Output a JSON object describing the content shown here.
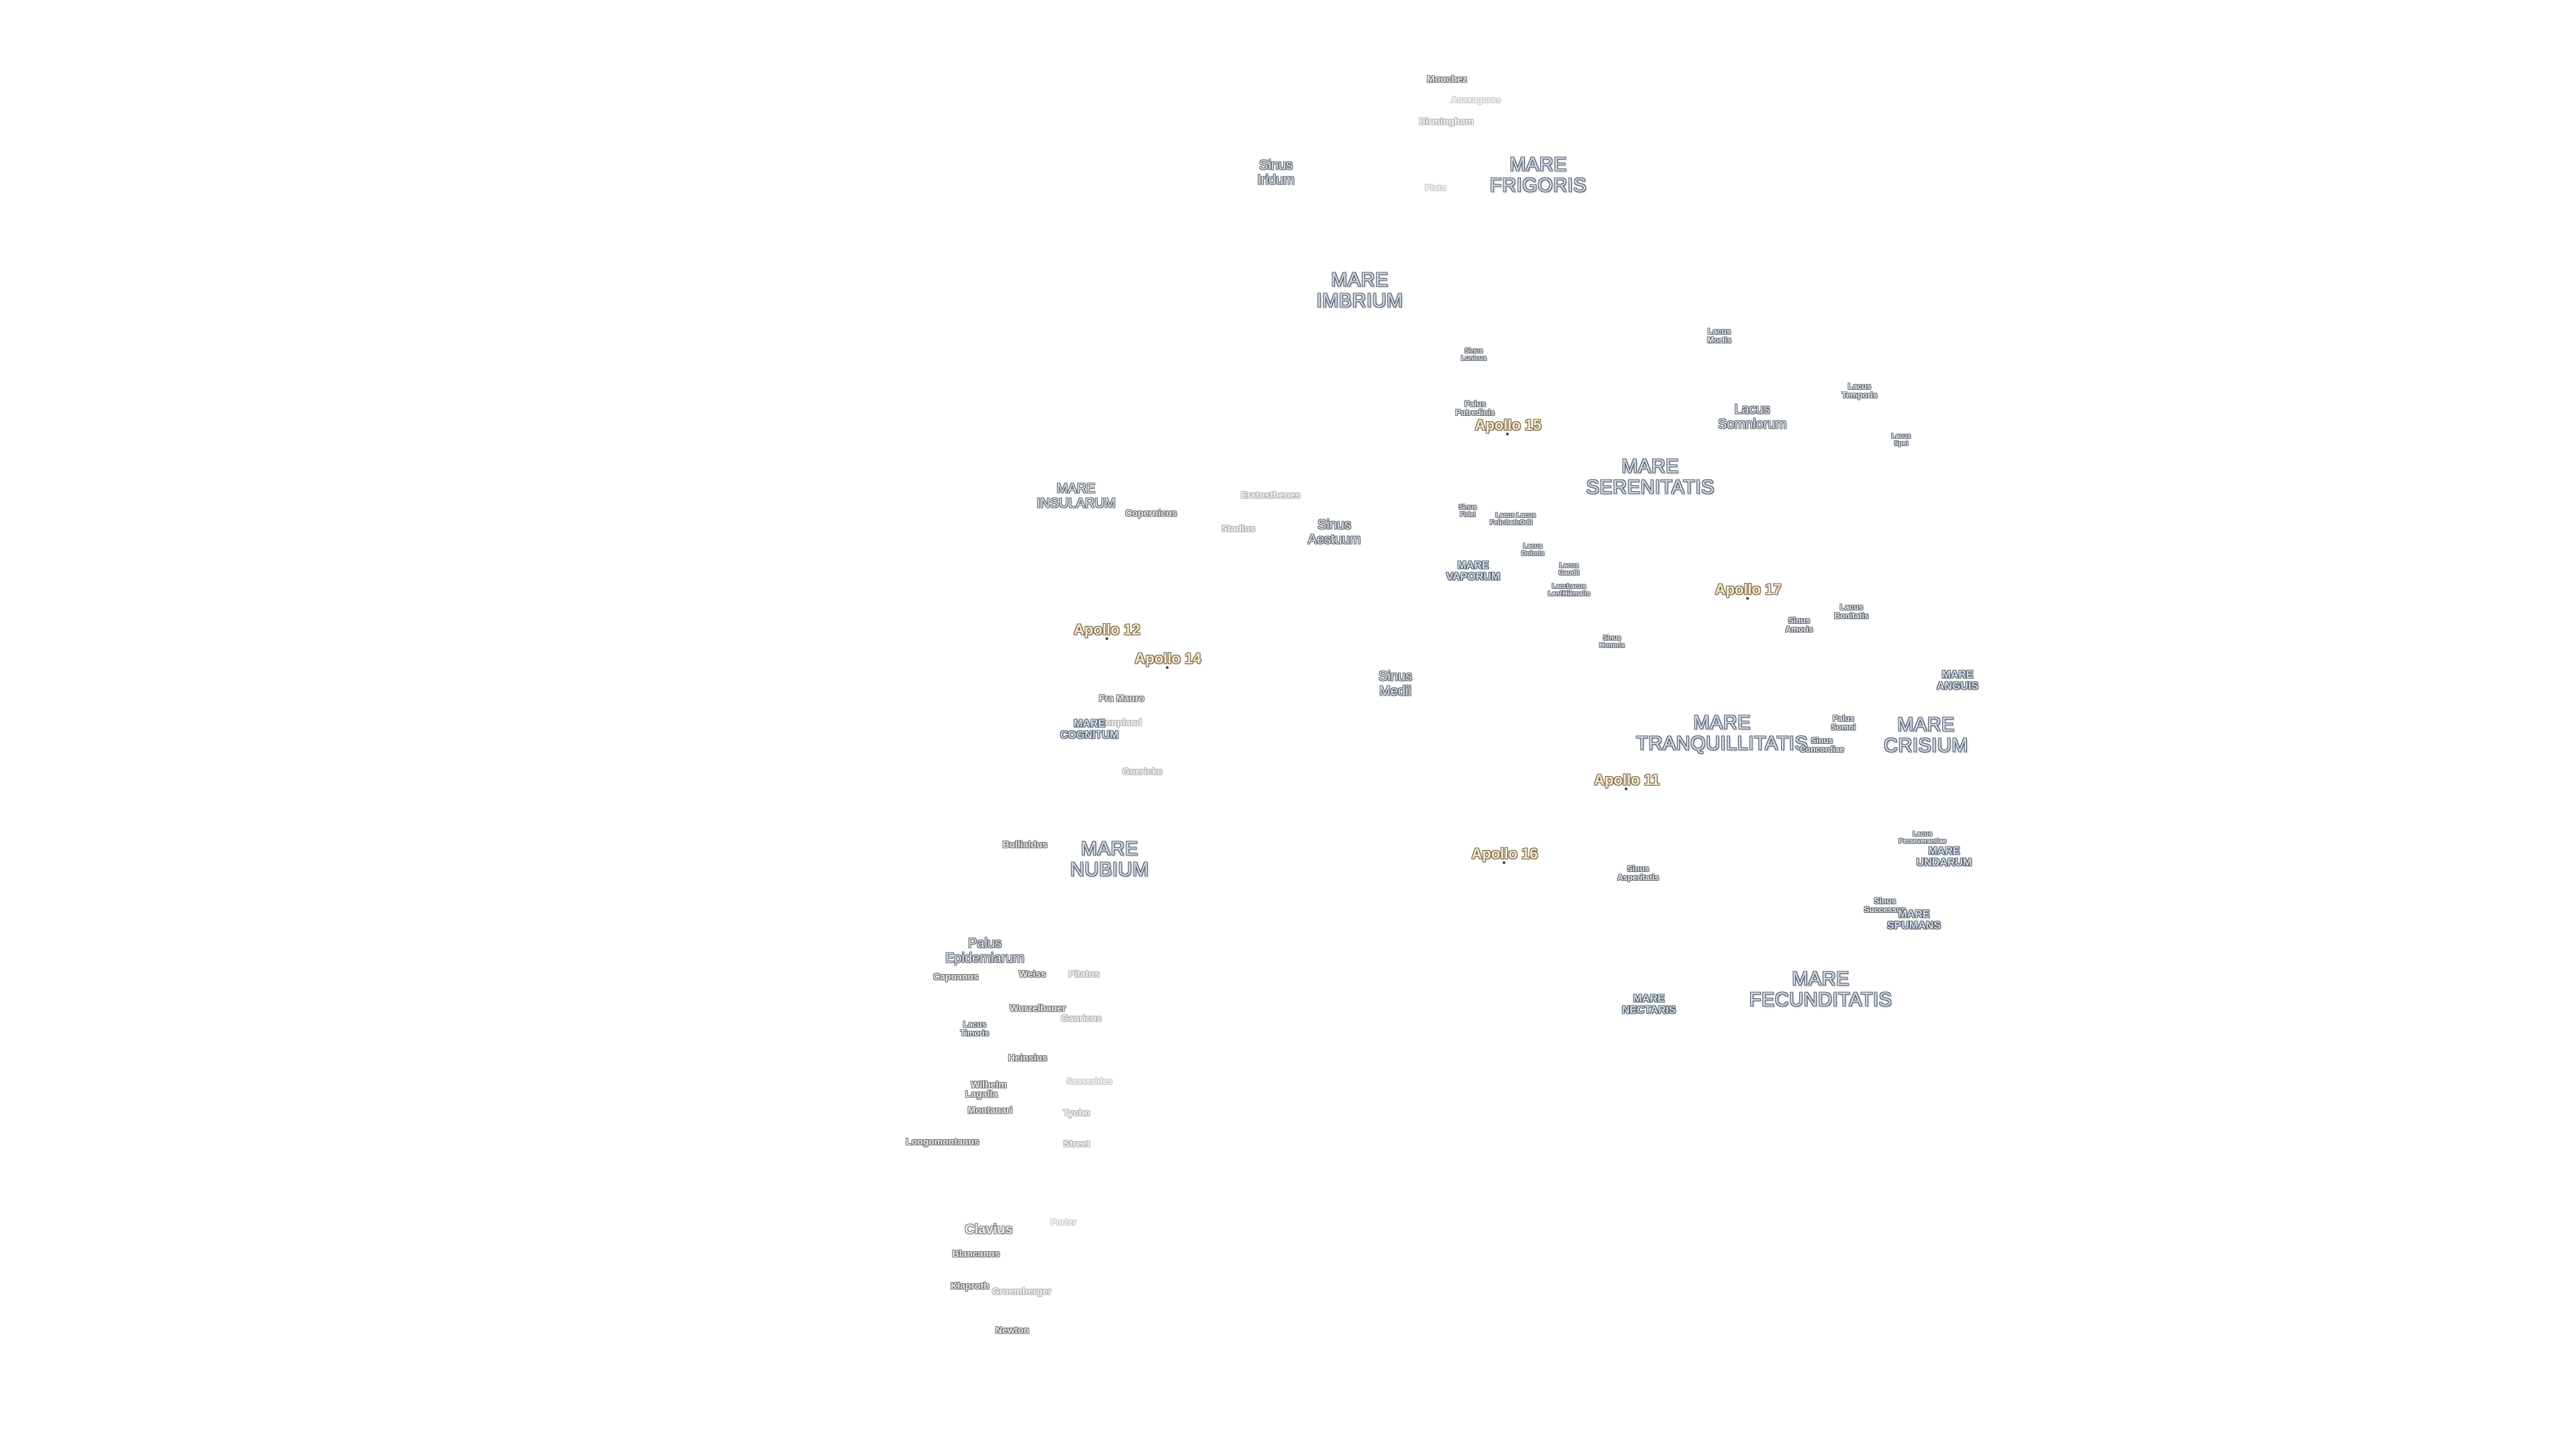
{
  "map": {
    "colors": {
      "background": "#ffffff",
      "mare_fill": "#d3dbe6",
      "mare_outline": "#4c5868",
      "apollo_fill": "#fde9c6",
      "apollo_outline": "#6a5e4a",
      "crater_outline": "#6d6d6d"
    },
    "maria": {
      "frigoris": "MARE\nFRIGORIS",
      "imbrium": "MARE\nIMBRIUM",
      "insularum": "MARE\nINSULARUM",
      "serenitatis": "MARE\nSERENITATIS",
      "vaporum": "MARE\nVAPORUM",
      "tranquillitatis": "MARE\nTRANQUILLITATIS",
      "crisium": "MARE\nCRISIUM",
      "anguis": "MARE\nANGUIS",
      "cognitum": "MARE\nCOGNITUM",
      "nubium": "MARE\nNUBIUM",
      "undarum": "MARE\nUNDARUM",
      "spumans": "MARE\nSPUMANS",
      "nectaris": "MARE\nNECTARIS",
      "fecunditatis": "MARE\nFECUNDITATIS"
    },
    "features": {
      "sinus_iridum": "Sinus\nIridum",
      "sinus_lunicus": "Sinus\nLunicus",
      "palus_putredinis": "Palus\nPutredinis",
      "lacus_mortis": "Lacus\nMortis",
      "lacus_somniorum": "Lacus\nSomniorum",
      "lacus_temporis": "Lacus\nTemporis",
      "lacus_spei": "Lacus\nSpei",
      "sinus_fidei": "Sinus\nFidei",
      "lacus_felicitatis": "Lacus\nFelicitatis",
      "lacus_odii": "Lacus\nOdii",
      "lacus_doloris": "Lacus\nDoloris",
      "lacus_gaudii": "Lacus\nGaudii",
      "lacus_lenitatis": "Lacus\nLenitatis",
      "lacus_hiemalis": "Lacus\nHiemalis",
      "sinus_aestuum": "Sinus\nAestuum",
      "sinus_honoris": "Sinus\nHonoris",
      "sinus_medii": "Sinus\nMedii",
      "sinus_amoris": "Sinus\nAmoris",
      "lacus_bonitatis": "Lacus\nBonitatis",
      "palus_somni": "Palus\nSomni",
      "sinus_concordiae": "Sinus\nConcordiae",
      "lacus_perseverantiae": "Lacus\nPerseverantiae",
      "sinus_asperitatis": "Sinus\nAsperitatis",
      "sinus_successus": "Sinus\nSuccessus",
      "palus_epidemiarum": "Palus\nEpidemiarum",
      "lacus_timoris": "Lacus\nTimoris"
    },
    "apollo": {
      "a11": "Apollo 11",
      "a12": "Apollo 12",
      "a14": "Apollo 14",
      "a15": "Apollo 15",
      "a16": "Apollo 16",
      "a17": "Apollo 17"
    },
    "craters": {
      "mouchez": "Mouchez",
      "anaxagoras": "Anaxagoras",
      "birmingham": "Birmingham",
      "plato": "Plato",
      "eratosthenes": "Eratosthenes",
      "copernicus": "Copernicus",
      "stadius": "Stadius",
      "fra_mauro": "Fra Mauro",
      "bonpland": "Bonpland",
      "guericke": "Guericke",
      "bullialdus": "Bullialdus",
      "capuanus": "Capuanus",
      "weiss": "Weiss",
      "pitatus": "Pitatus",
      "wurzelbauer": "Wurzelbauer",
      "gauricus": "Gauricus",
      "heinsius": "Heinsius",
      "wilhelm": "Wilhelm",
      "lagalla": "Lagalla",
      "sasserides": "Sasserides",
      "montanari": "Montanari",
      "tycho": "Tycho",
      "longomontanus": "Longomontanus",
      "street": "Street",
      "clavius": "Clavius",
      "porter": "Porter",
      "blancanus": "Blancanus",
      "klaproth": "Klaproth",
      "gruemberger": "Gruemberger",
      "newton": "Newton"
    }
  }
}
